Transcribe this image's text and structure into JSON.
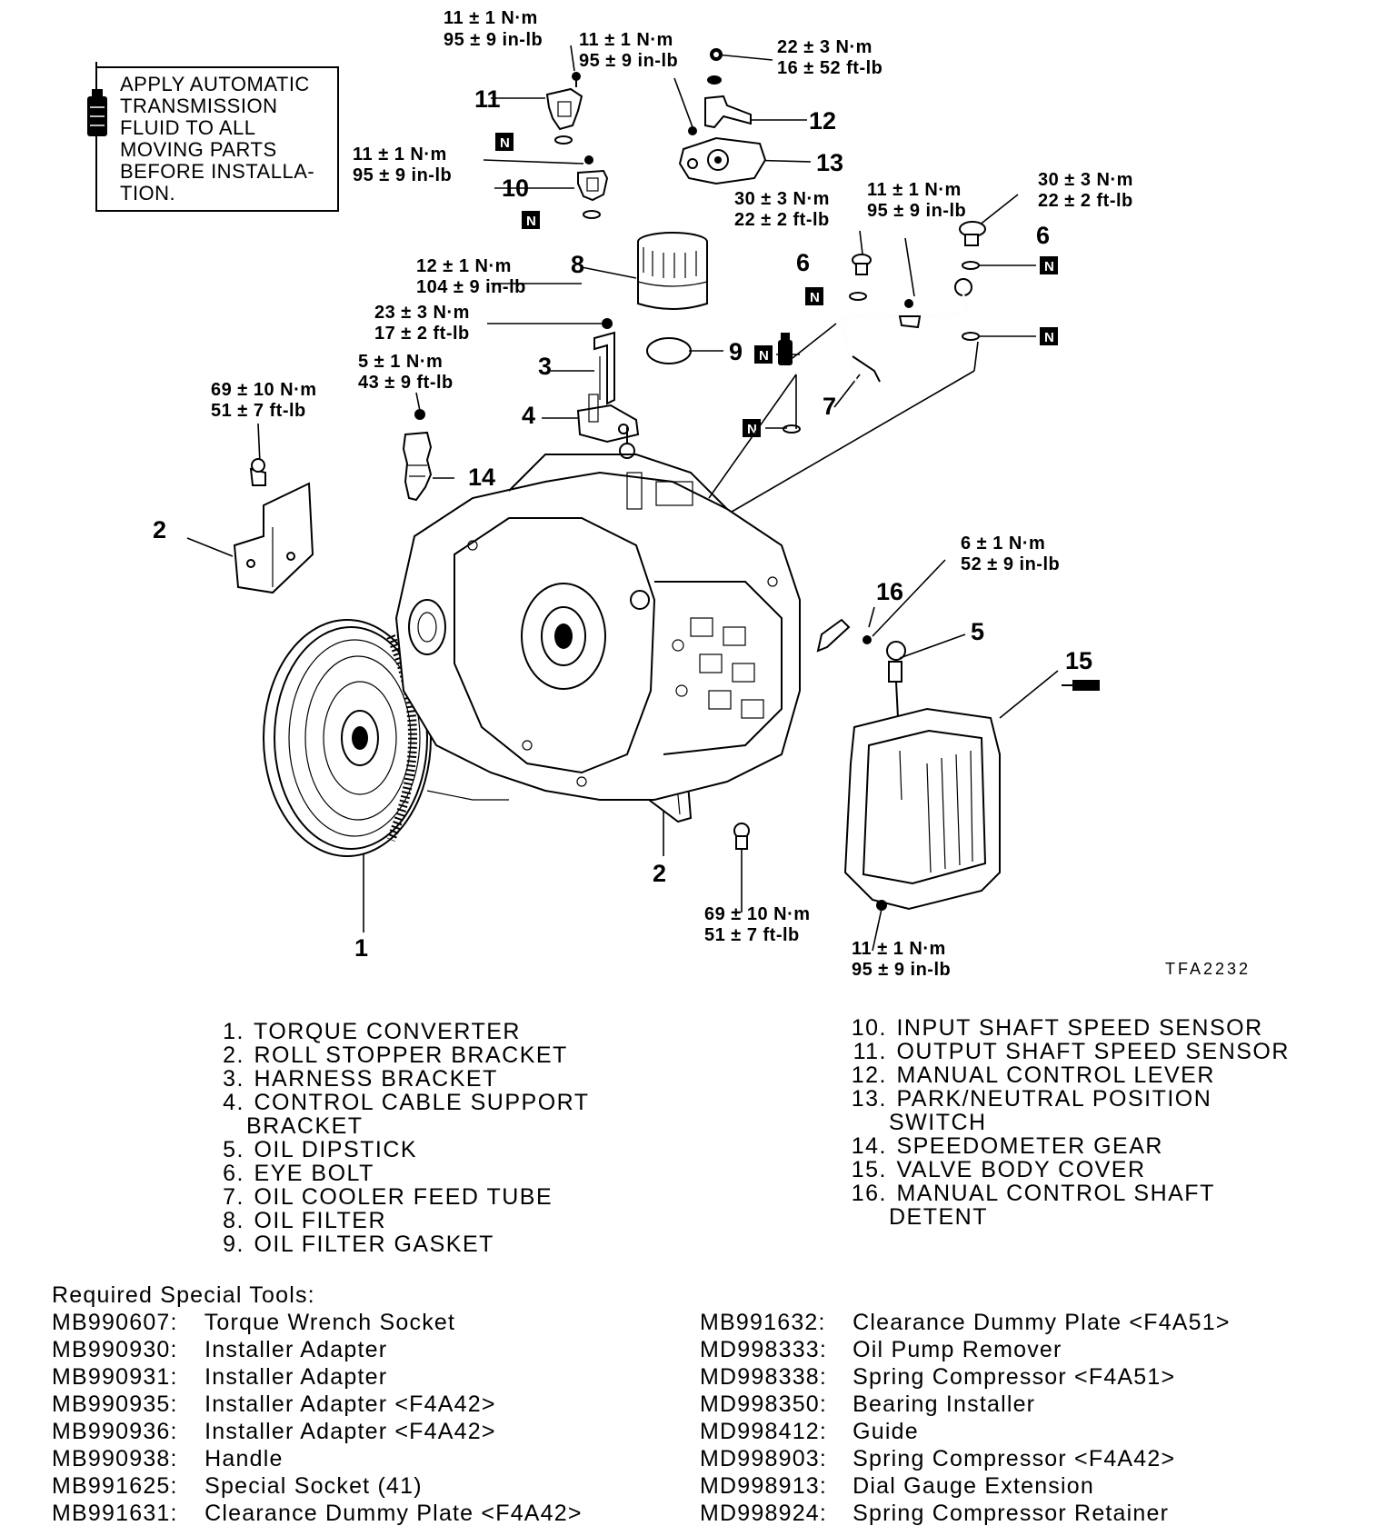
{
  "note": {
    "lines": [
      "APPLY AUTOMATIC",
      "TRANSMISSION",
      "FLUID TO ALL",
      "MOVING PARTS",
      "BEFORE INSTALLA-",
      "TION."
    ],
    "icon": "fluid-bottle-icon"
  },
  "new_part_mark": "N",
  "drawing_code": "TFA2232",
  "torques": {
    "t11_top": [
      "11 ± 1 N·m",
      "95 ± 9 in-lb"
    ],
    "t12_bolt": [
      "11 ± 1 N·m",
      "95 ± 9 in-lb"
    ],
    "t12_nut": [
      "22 ± 3 N·m",
      "16 ± 52 ft-lb"
    ],
    "t10": [
      "11 ± 1 N·m",
      "95 ± 9 in-lb"
    ],
    "t6_left": [
      "30 ± 3 N·m",
      "22 ± 2 ft-lb"
    ],
    "t7_clip": [
      "11 ± 1 N·m",
      "95 ± 9 in-lb"
    ],
    "t6_right": [
      "30 ± 3 N·m",
      "22 ± 2 ft-lb"
    ],
    "t8": [
      "12 ± 1 N·m",
      "104 ± 9 in-lb"
    ],
    "t3": [
      "23 ± 3 N·m",
      "17 ± 2 ft-lb"
    ],
    "t14": [
      "5 ± 1 N·m",
      "43 ± 9 ft-lb"
    ],
    "t2_top": [
      "69 ± 10 N·m",
      "51 ± 7 ft-lb"
    ],
    "t16": [
      "6 ± 1 N·m",
      "52 ± 9 in-lb"
    ],
    "t2_bottom": [
      "69 ± 10 N·m",
      "51 ± 7 ft-lb"
    ],
    "t15": [
      "11 ± 1 N·m",
      "95 ± 9 in-lb"
    ]
  },
  "callouts": [
    "1",
    "2",
    "2",
    "3",
    "4",
    "5",
    "6",
    "6",
    "7",
    "8",
    "9",
    "10",
    "11",
    "12",
    "13",
    "14",
    "15",
    "16"
  ],
  "parts_left": [
    {
      "num": "1.",
      "name": "TORQUE CONVERTER"
    },
    {
      "num": "2.",
      "name": "ROLL STOPPER BRACKET"
    },
    {
      "num": "3.",
      "name": "HARNESS BRACKET"
    },
    {
      "num": "4.",
      "name": "CONTROL CABLE SUPPORT",
      "cont": "BRACKET"
    },
    {
      "num": "5.",
      "name": "OIL DIPSTICK"
    },
    {
      "num": "6.",
      "name": "EYE BOLT"
    },
    {
      "num": "7.",
      "name": "OIL COOLER FEED TUBE"
    },
    {
      "num": "8.",
      "name": "OIL FILTER"
    },
    {
      "num": "9.",
      "name": "OIL FILTER GASKET"
    }
  ],
  "parts_right": [
    {
      "num": "10.",
      "name": "INPUT SHAFT SPEED SENSOR"
    },
    {
      "num": "11.",
      "name": "OUTPUT SHAFT SPEED SENSOR"
    },
    {
      "num": "12.",
      "name": "MANUAL CONTROL LEVER"
    },
    {
      "num": "13.",
      "name": "PARK/NEUTRAL POSITION",
      "cont": "SWITCH"
    },
    {
      "num": "14.",
      "name": "SPEEDOMETER GEAR"
    },
    {
      "num": "15.",
      "name": "VALVE BODY COVER"
    },
    {
      "num": "16.",
      "name": "MANUAL CONTROL SHAFT",
      "cont": "DETENT"
    }
  ],
  "tools": {
    "title": "Required Special Tools:",
    "left": [
      {
        "code": "MB990607:",
        "name": "Torque Wrench Socket"
      },
      {
        "code": "MB990930:",
        "name": "Installer Adapter"
      },
      {
        "code": "MB990931:",
        "name": "Installer Adapter"
      },
      {
        "code": "MB990935:",
        "name": "Installer Adapter <F4A42>"
      },
      {
        "code": "MB990936:",
        "name": "Installer Adapter <F4A42>"
      },
      {
        "code": "MB990938:",
        "name": "Handle"
      },
      {
        "code": "MB991625:",
        "name": "Special Socket (41)"
      },
      {
        "code": "MB991631:",
        "name": "Clearance Dummy Plate <F4A42>"
      }
    ],
    "right": [
      {
        "code": "MB991632:",
        "name": "Clearance Dummy Plate <F4A51>"
      },
      {
        "code": "MD998333:",
        "name": "Oil Pump Remover"
      },
      {
        "code": "MD998338:",
        "name": "Spring Compressor <F4A51>"
      },
      {
        "code": "MD998350:",
        "name": "Bearing Installer"
      },
      {
        "code": "MD998412:",
        "name": "Guide"
      },
      {
        "code": "MD998903:",
        "name": "Spring Compressor <F4A42>"
      },
      {
        "code": "MD998913:",
        "name": "Dial Gauge Extension"
      },
      {
        "code": "MD998924:",
        "name": "Spring Compressor Retainer"
      }
    ]
  }
}
